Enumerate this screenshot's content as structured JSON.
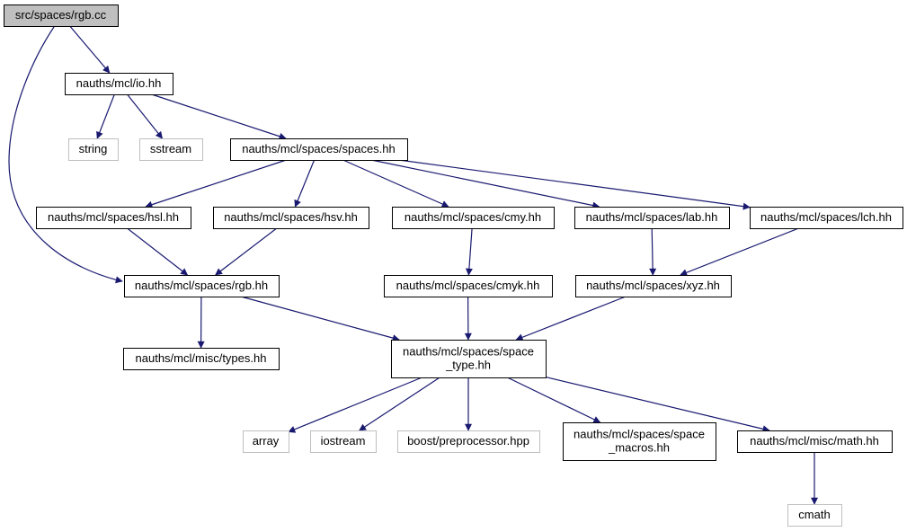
{
  "colors": {
    "edge": "#191970",
    "node_border": "#000000",
    "external_border": "#bfbfbf",
    "root_fill": "#bfbfbf",
    "text": "#000000",
    "external_text": "#000000"
  },
  "nodes": [
    {
      "id": "root",
      "lines": [
        "src/spaces/rgb.cc"
      ],
      "kind": "root"
    },
    {
      "id": "io",
      "lines": [
        "nauths/mcl/io.hh"
      ],
      "kind": "normal"
    },
    {
      "id": "string",
      "lines": [
        "string"
      ],
      "kind": "external"
    },
    {
      "id": "sstream",
      "lines": [
        "sstream"
      ],
      "kind": "external"
    },
    {
      "id": "spaces",
      "lines": [
        "nauths/mcl/spaces/spaces.hh"
      ],
      "kind": "normal"
    },
    {
      "id": "hsl",
      "lines": [
        "nauths/mcl/spaces/hsl.hh"
      ],
      "kind": "normal"
    },
    {
      "id": "hsv",
      "lines": [
        "nauths/mcl/spaces/hsv.hh"
      ],
      "kind": "normal"
    },
    {
      "id": "cmy",
      "lines": [
        "nauths/mcl/spaces/cmy.hh"
      ],
      "kind": "normal"
    },
    {
      "id": "lab",
      "lines": [
        "nauths/mcl/spaces/lab.hh"
      ],
      "kind": "normal"
    },
    {
      "id": "lch",
      "lines": [
        "nauths/mcl/spaces/lch.hh"
      ],
      "kind": "normal"
    },
    {
      "id": "rgb",
      "lines": [
        "nauths/mcl/spaces/rgb.hh"
      ],
      "kind": "normal"
    },
    {
      "id": "cmyk",
      "lines": [
        "nauths/mcl/spaces/cmyk.hh"
      ],
      "kind": "normal"
    },
    {
      "id": "xyz",
      "lines": [
        "nauths/mcl/spaces/xyz.hh"
      ],
      "kind": "normal"
    },
    {
      "id": "types",
      "lines": [
        "nauths/mcl/misc/types.hh"
      ],
      "kind": "normal"
    },
    {
      "id": "space_type",
      "lines": [
        "nauths/mcl/spaces/space",
        "_type.hh"
      ],
      "kind": "normal"
    },
    {
      "id": "array",
      "lines": [
        "array"
      ],
      "kind": "external"
    },
    {
      "id": "iostream",
      "lines": [
        "iostream"
      ],
      "kind": "external"
    },
    {
      "id": "boost",
      "lines": [
        "boost/preprocessor.hpp"
      ],
      "kind": "external"
    },
    {
      "id": "space_macros",
      "lines": [
        "nauths/mcl/spaces/space",
        "_macros.hh"
      ],
      "kind": "normal"
    },
    {
      "id": "math",
      "lines": [
        "nauths/mcl/misc/math.hh"
      ],
      "kind": "normal"
    },
    {
      "id": "cmath",
      "lines": [
        "cmath"
      ],
      "kind": "external"
    }
  ],
  "edges": [
    {
      "from": "root",
      "to": "io"
    },
    {
      "from": "root",
      "to": "rgb"
    },
    {
      "from": "io",
      "to": "string"
    },
    {
      "from": "io",
      "to": "sstream"
    },
    {
      "from": "io",
      "to": "spaces"
    },
    {
      "from": "spaces",
      "to": "hsl"
    },
    {
      "from": "spaces",
      "to": "hsv"
    },
    {
      "from": "spaces",
      "to": "cmy"
    },
    {
      "from": "spaces",
      "to": "lab"
    },
    {
      "from": "spaces",
      "to": "lch"
    },
    {
      "from": "hsl",
      "to": "rgb"
    },
    {
      "from": "hsv",
      "to": "rgb"
    },
    {
      "from": "cmy",
      "to": "cmyk"
    },
    {
      "from": "lab",
      "to": "xyz"
    },
    {
      "from": "lch",
      "to": "xyz"
    },
    {
      "from": "rgb",
      "to": "types"
    },
    {
      "from": "rgb",
      "to": "space_type"
    },
    {
      "from": "cmyk",
      "to": "space_type"
    },
    {
      "from": "xyz",
      "to": "space_type"
    },
    {
      "from": "space_type",
      "to": "array"
    },
    {
      "from": "space_type",
      "to": "iostream"
    },
    {
      "from": "space_type",
      "to": "boost"
    },
    {
      "from": "space_type",
      "to": "space_macros"
    },
    {
      "from": "space_type",
      "to": "math"
    },
    {
      "from": "math",
      "to": "cmath"
    }
  ]
}
